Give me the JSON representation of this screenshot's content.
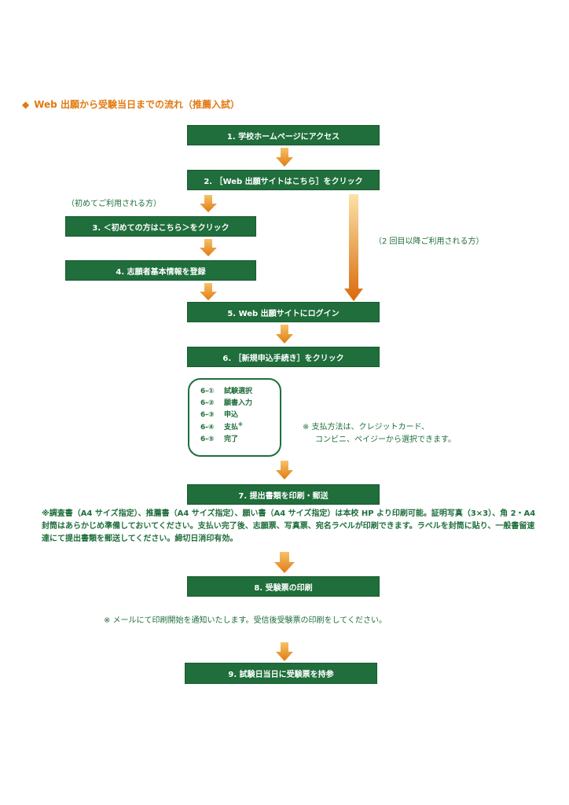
{
  "title": {
    "marker": "◆",
    "text": "Web 出願から受験当日までの流れ（推薦入試）"
  },
  "steps": {
    "s1": "1. 学校ホームページにアクセス",
    "s2": "2. ［Web 出願サイトはこちら］をクリック",
    "s3": "3. ＜初めての方はこちら＞をクリック",
    "s4": "4. 志願者基本情報を登録",
    "s5": "5. Web 出願サイトにログイン",
    "s6": "6. ［新規申込手続き］をクリック",
    "s7": "7. 提出書類を印刷・郵送",
    "s8": "8. 受験票の印刷",
    "s9": "9. 試験日当日に受験票を持参"
  },
  "labels": {
    "first_time": "（初めてご利用される方）",
    "returning": "（2 回目以降ご利用される方）"
  },
  "substeps": [
    {
      "num": "6-①",
      "label": "試験選択",
      "mark": ""
    },
    {
      "num": "6-②",
      "label": "願書入力",
      "mark": ""
    },
    {
      "num": "6-③",
      "label": "申込",
      "mark": ""
    },
    {
      "num": "6-④",
      "label": "支払",
      "mark": "※"
    },
    {
      "num": "6-⑤",
      "label": "完了",
      "mark": ""
    }
  ],
  "notes": {
    "payment_line1": "※ 支払方法は、クレジットカード、",
    "payment_line2": "コンビニ、ペイジーから選択できます。",
    "documents": "※調査書（A4 サイズ指定）、推薦書（A4 サイズ指定）、願い書（A4 サイズ指定）は本校 HP より印刷可能。証明写真（3×3）、角 2・A4 封筒はあらかじめ準備しておいてください。支払い完了後、志願票、写真票、宛名ラベルが印刷できます。ラベルを封筒に貼り、一般書留速達にて提出書類を郵送してください。締切日消印有効。",
    "mail": "※ メールにて印刷開始を通知いたします。受信後受験票の印刷をしてください。"
  },
  "colors": {
    "box_fill": "#1f6e3b",
    "box_text": "#ffffff",
    "accent": "#e07a12",
    "arrow": "#e98a18"
  }
}
